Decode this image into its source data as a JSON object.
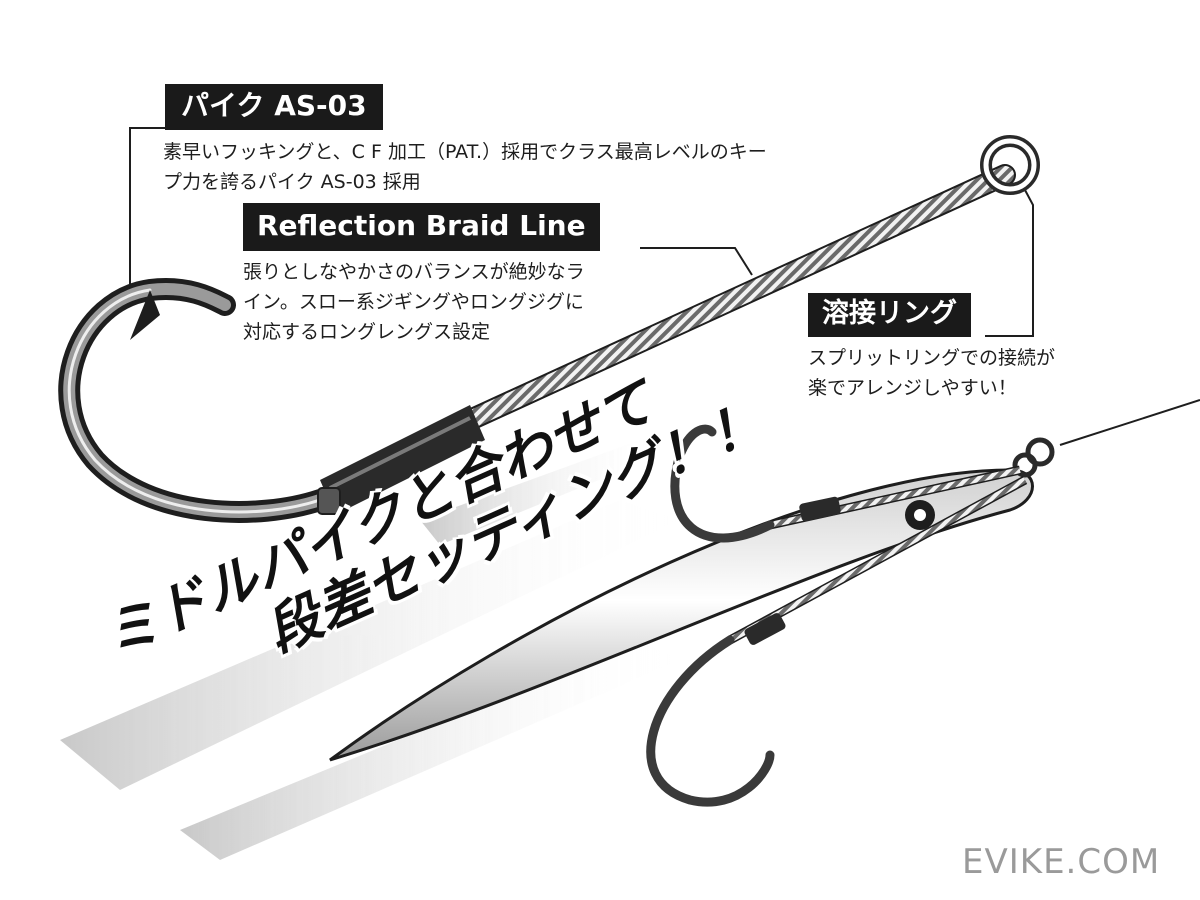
{
  "labels": {
    "pike_title": "パイク AS-03",
    "pike_desc_line1": "素早いフッキングと、C F 加工（PAT.）採用でクラス最高レベルのキー",
    "pike_desc_line2": "プ力を誇るパイク AS-03 採用",
    "braid_title": "Reflection Braid Line",
    "braid_desc_line1": "張りとしなやかさのバランスが絶妙なラ",
    "braid_desc_line2": "イン。スロー系ジギングやロングジグに",
    "braid_desc_line3": "対応するロングレングス設定",
    "ring_title": "溶接リング",
    "ring_desc_line1": "スプリットリングでの接続が",
    "ring_desc_line2": "楽でアレンジしやすい！"
  },
  "slogan": {
    "line1": "ミドルパイクと合わせて",
    "line2": "段差セッティング！！"
  },
  "watermark": "EVIKE.COM",
  "colors": {
    "label_bg": "#1a1a1a",
    "label_text": "#ffffff",
    "line": "#1e1e1e",
    "hook_metal": "#3a3a3a",
    "watermark": "#9a9a9a"
  }
}
